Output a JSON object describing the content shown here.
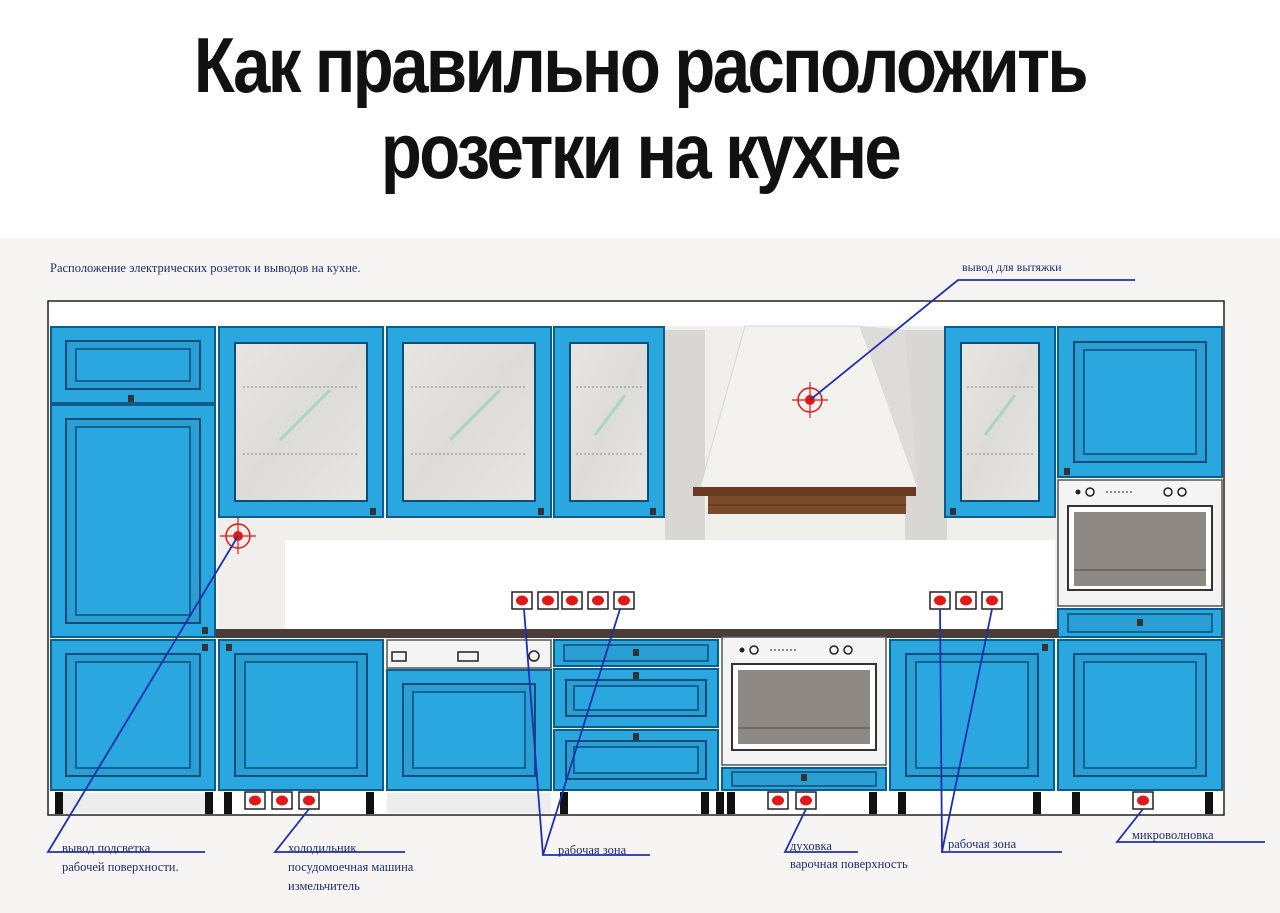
{
  "header": {
    "title_line1": "Как правильно расположить",
    "title_line2": "розетки на кухне"
  },
  "diagram": {
    "caption": "Расположение электрических розеток  и выводов на кухне.",
    "labels": {
      "hood": "вывод для вытяжки",
      "backlight_1": "вывод подсветка",
      "backlight_2": "рабочей поверхности.",
      "fridge_1": "холодильник",
      "fridge_2": "посудомоечная машина",
      "fridge_3": "измельчитель",
      "work_zone_left": "рабочая зона",
      "oven_1": "духовка",
      "oven_2": "варочная поверхность",
      "work_zone_right": "рабочая зона",
      "microwave": "микроволновка"
    }
  },
  "colors": {
    "cabinet": "#2aa7de",
    "cabinet_border": "#0d5d8c",
    "glass": "#e4e2df",
    "wall": "#f1efec",
    "countertop": "#4a3d37",
    "hood_shelf": "#6a3a22",
    "outlet": "#e01818",
    "leader_line": "#1f2fb0"
  }
}
